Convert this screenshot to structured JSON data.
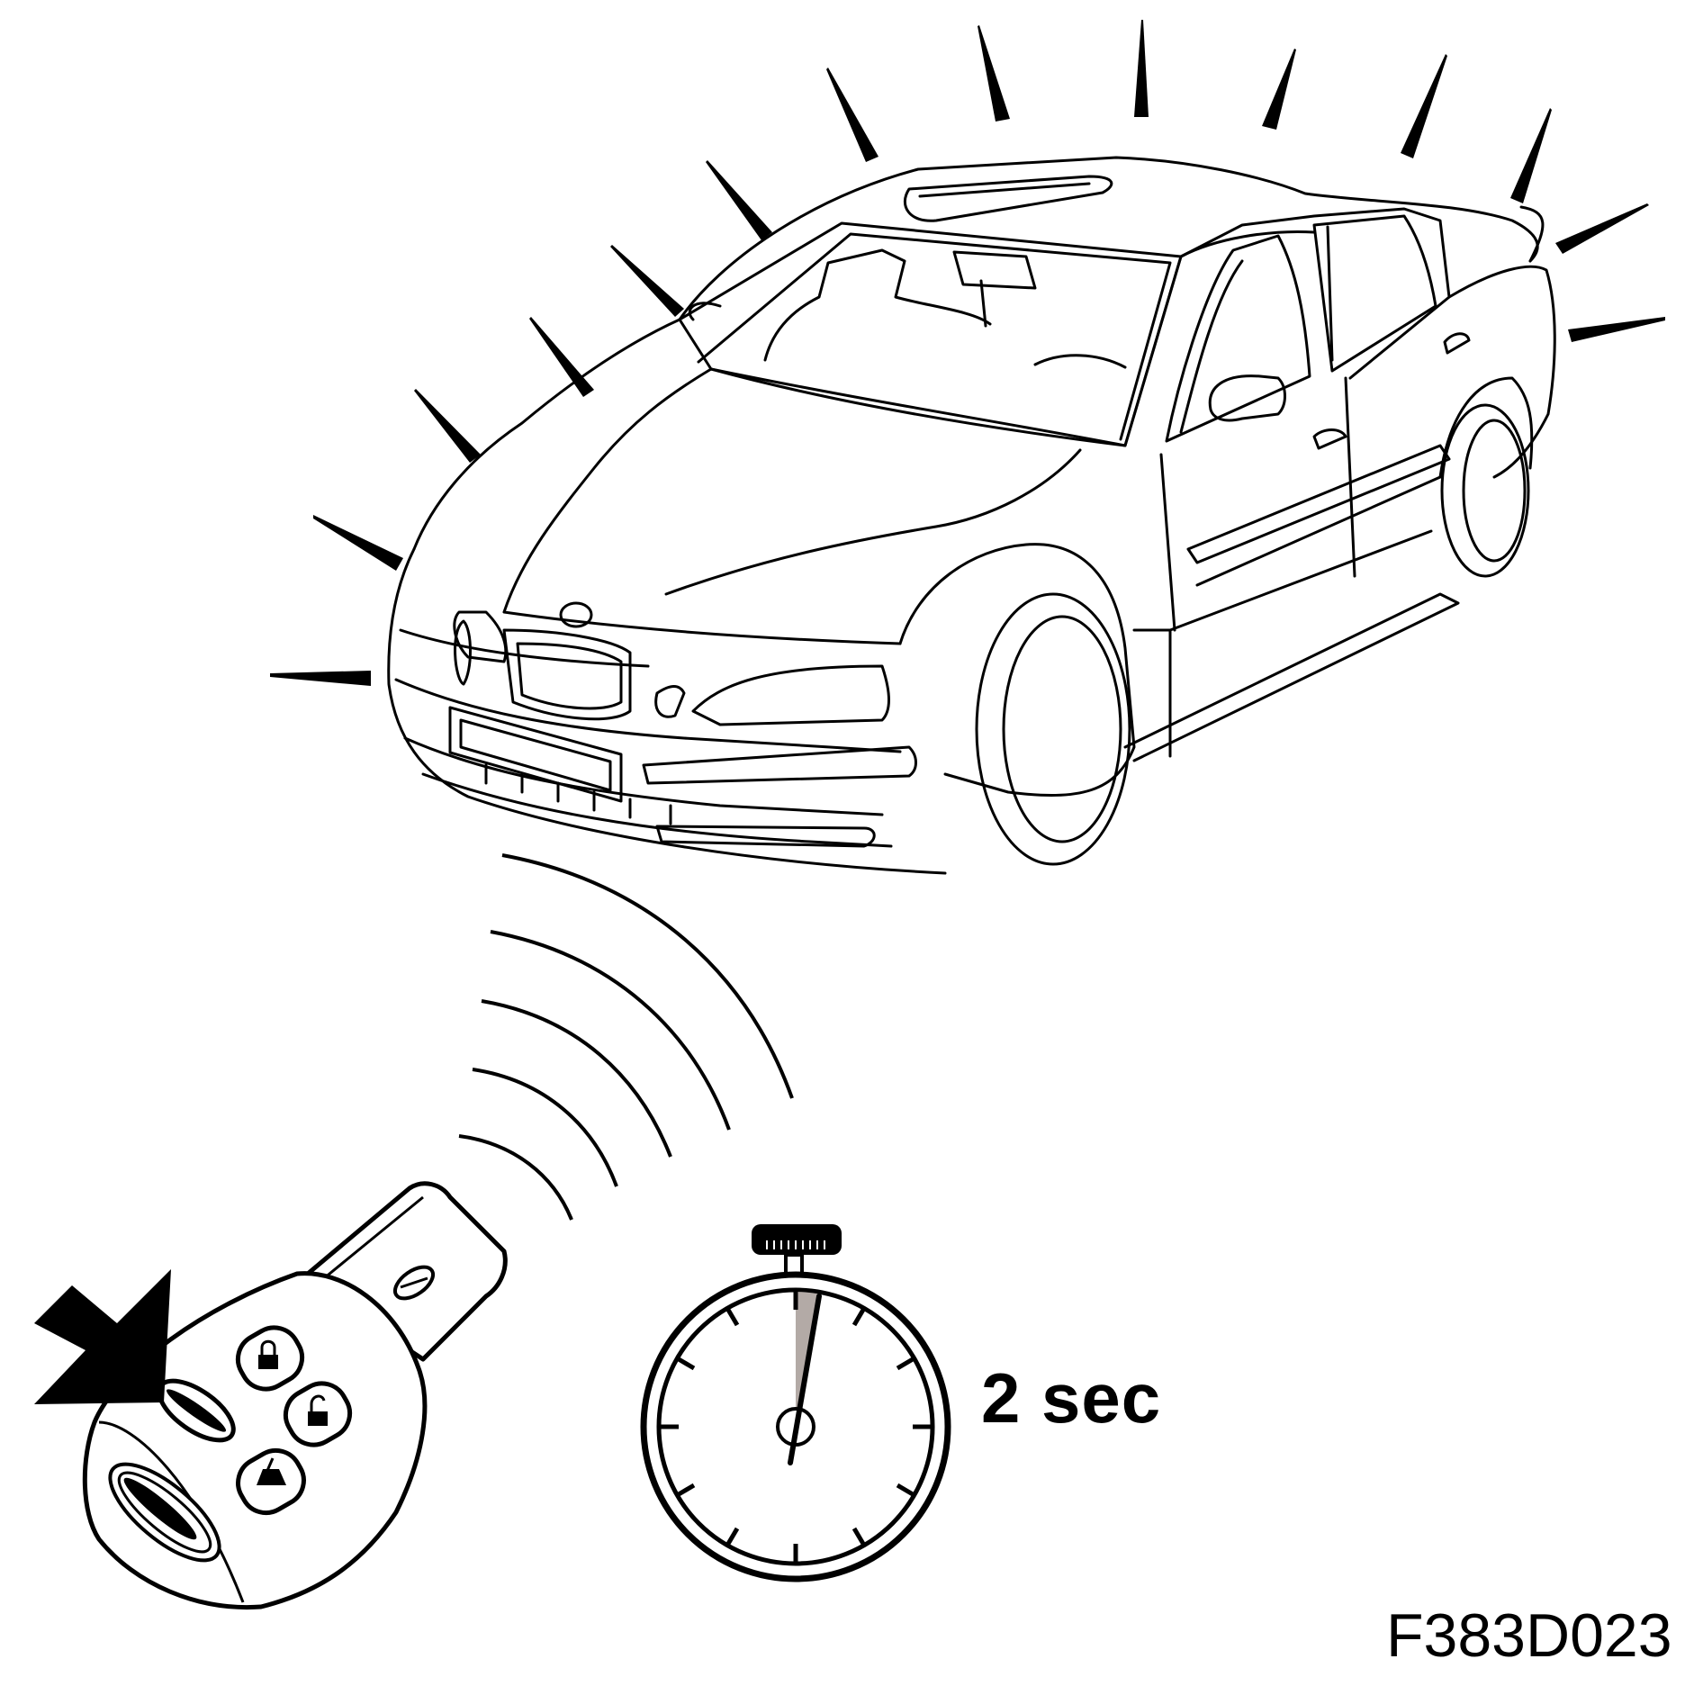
{
  "labels": {
    "duration": "2 sec",
    "figure_code": "F383D023"
  },
  "colors": {
    "line": "#000000",
    "background": "#ffffff",
    "stopwatch_sweep": "#b3aaa6"
  },
  "icons": {
    "key_buttons": [
      "lock-icon",
      "unlock-icon",
      "trunk-icon",
      "panic-button"
    ]
  }
}
